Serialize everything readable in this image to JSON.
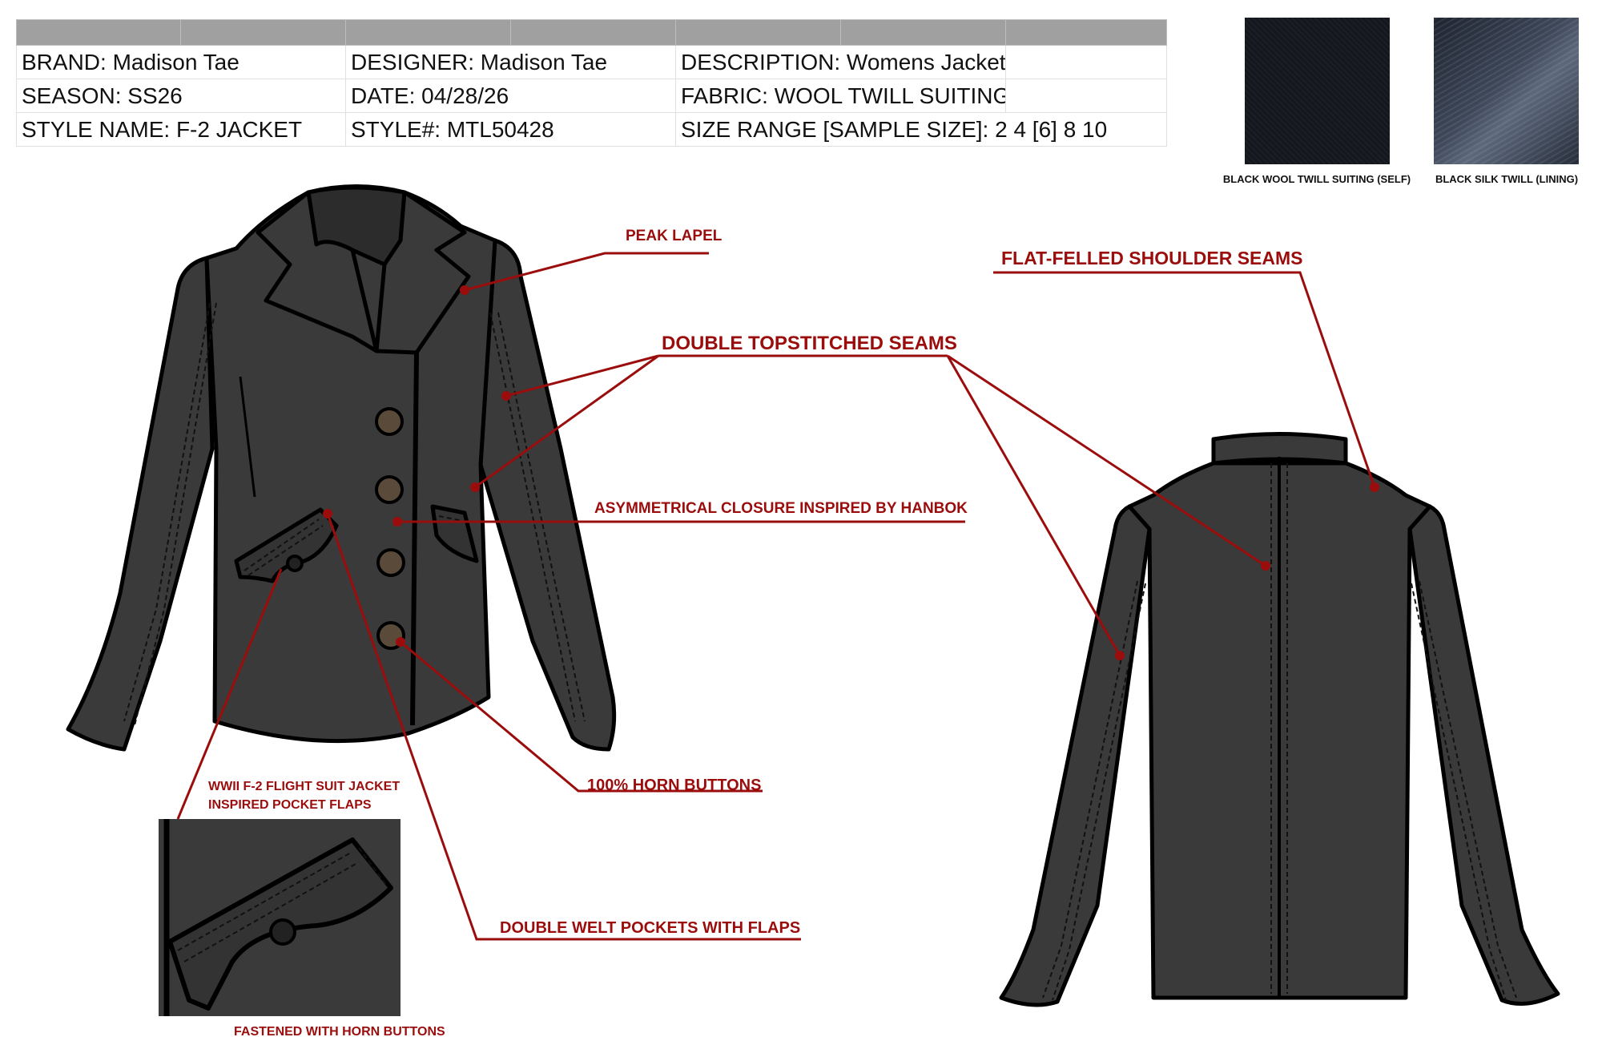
{
  "spec": {
    "brand": "BRAND: Madison Tae",
    "designer": "DESIGNER: Madison Tae",
    "description": "DESCRIPTION: Womens Jacket",
    "season": "SEASON: SS26",
    "date": "DATE: 04/28/26",
    "fabric": "FABRIC: WOOL TWILL SUITING",
    "style_name": "STYLE NAME: F-2 JACKET",
    "style_number": "STYLE#: MTL50428",
    "size_range": "SIZE RANGE [SAMPLE SIZE]: 2 4 [6] 8 10"
  },
  "swatches": {
    "self": "BLACK WOOL TWILL SUITING (SELF)",
    "lining": "BLACK SILK TWILL (LINING)"
  },
  "callouts": {
    "peak_lapel": "PEAK LAPEL",
    "double_topstitched": "DOUBLE TOPSTITCHED SEAMS",
    "asymmetrical_closure": "ASYMMETRICAL CLOSURE INSPIRED BY HANBOK",
    "horn_buttons": "100% HORN BUTTONS",
    "pocket_flaps_1": "WWII F-2 FLIGHT SUIT JACKET",
    "pocket_flaps_2": "INSPIRED POCKET FLAPS",
    "welt_pockets": "DOUBLE WELT POCKETS WITH FLAPS",
    "fastened": "FASTENED WITH HORN BUTTONS",
    "flat_felled": "FLAT-FELLED SHOULDER SEAMS"
  },
  "colors": {
    "garment": "#3a3a3a",
    "callout": "#9b0d0d",
    "table_header": "#a0a0a0"
  }
}
